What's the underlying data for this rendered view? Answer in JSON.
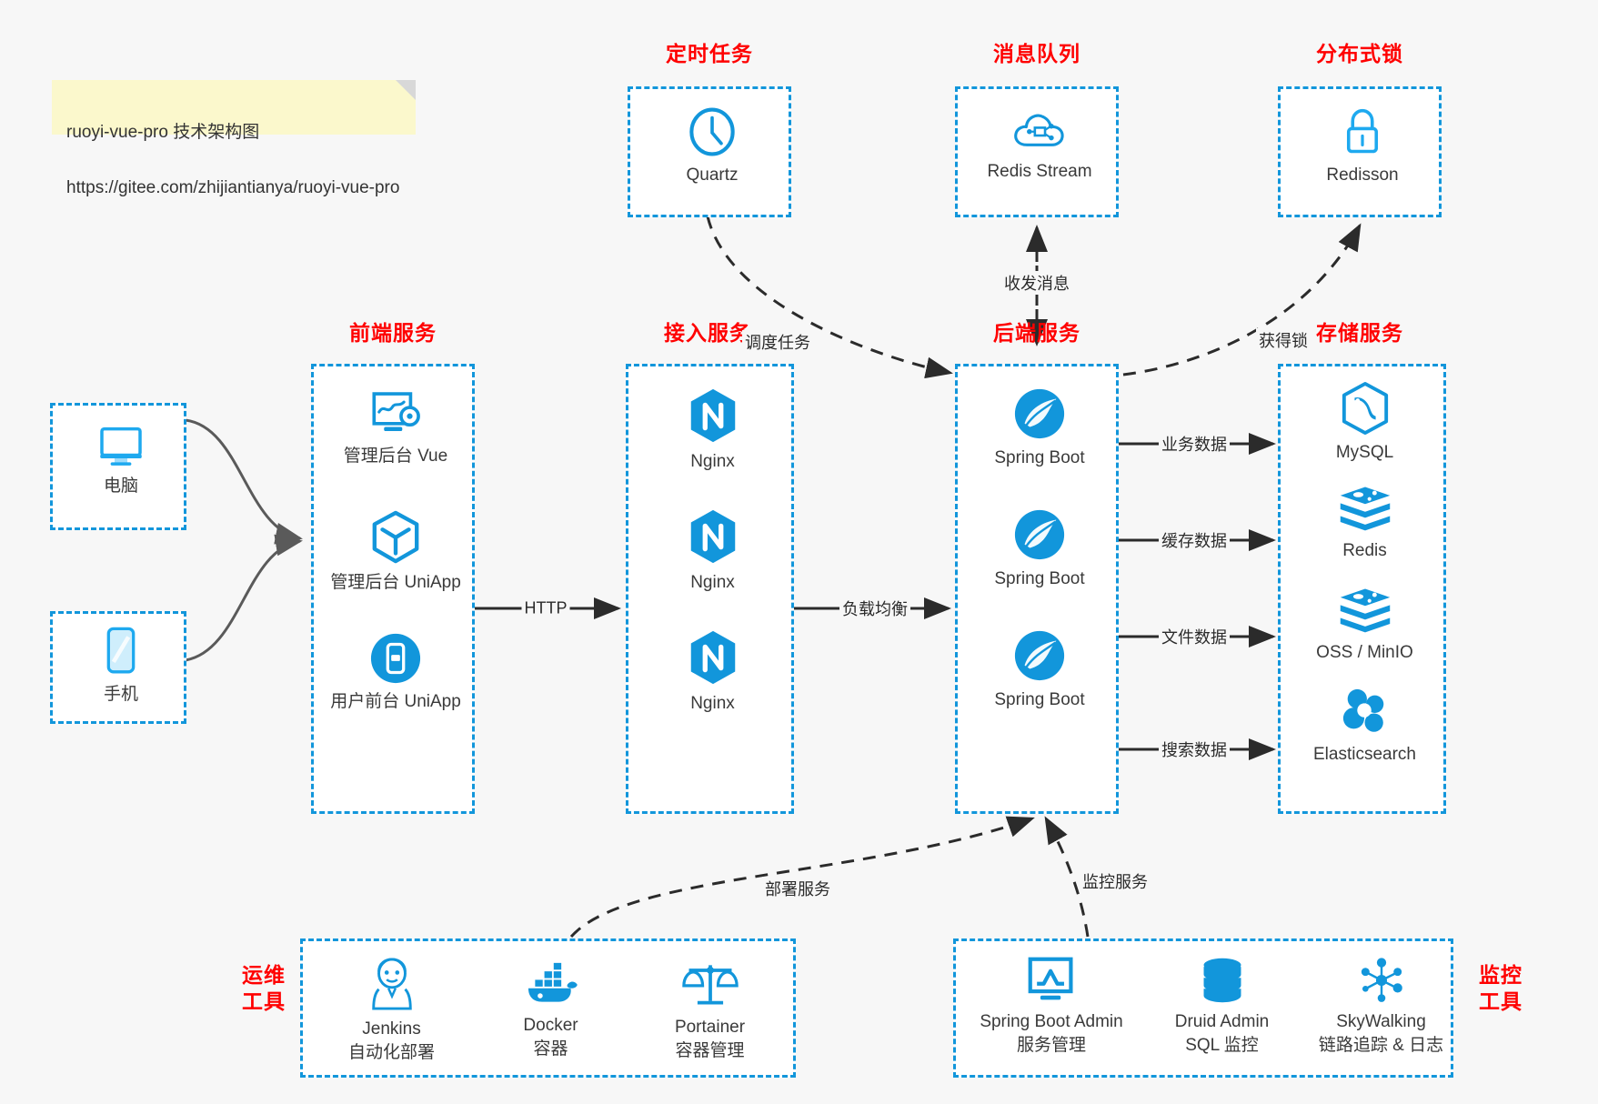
{
  "note": {
    "name": "sticky-note",
    "line1": "ruoyi-vue-pro 技术架构图",
    "line2": "https://gitee.com/zhijiantianya/ruoyi-vue-pro"
  },
  "colors": {
    "accent": "#1296db",
    "group_label": "#ff0000",
    "background": "#f7f7f7",
    "box_fill": "#ffffff",
    "edge": "#2b2b2b",
    "curve": "#5a5a5a",
    "note_fill": "#fbf8cc"
  },
  "groups": {
    "scheduled_task": "定时任务",
    "message_queue": "消息队列",
    "distributed_lock": "分布式锁",
    "frontend_service": "前端服务",
    "gateway_service": "接入服务",
    "backend_service": "后端服务",
    "storage_service": "存储服务",
    "devops_tools": "运维\n工具",
    "monitor_tools": "监控\n工具"
  },
  "clients": [
    {
      "name": "computer",
      "label": "电脑",
      "icon": "monitor-icon"
    },
    {
      "name": "phone",
      "label": "手机",
      "icon": "phone-icon"
    }
  ],
  "frontend": [
    {
      "name": "admin-vue",
      "label": "管理后台 Vue",
      "icon": "dashboard-gear-icon"
    },
    {
      "name": "admin-uniapp",
      "label": "管理后台 UniApp",
      "icon": "cube-icon"
    },
    {
      "name": "user-uniapp",
      "label": "用户前台 UniApp",
      "icon": "mobile-app-icon"
    }
  ],
  "gateway": [
    {
      "name": "nginx-1",
      "label": "Nginx",
      "icon": "nginx-icon"
    },
    {
      "name": "nginx-2",
      "label": "Nginx",
      "icon": "nginx-icon"
    },
    {
      "name": "nginx-3",
      "label": "Nginx",
      "icon": "nginx-icon"
    }
  ],
  "backend": [
    {
      "name": "spring-boot-1",
      "label": "Spring Boot",
      "icon": "spring-icon"
    },
    {
      "name": "spring-boot-2",
      "label": "Spring Boot",
      "icon": "spring-icon"
    },
    {
      "name": "spring-boot-3",
      "label": "Spring Boot",
      "icon": "spring-icon"
    }
  ],
  "storage": [
    {
      "name": "mysql",
      "label": "MySQL",
      "icon": "mysql-icon"
    },
    {
      "name": "redis",
      "label": "Redis",
      "icon": "redis-icon"
    },
    {
      "name": "oss-minio",
      "label": "OSS / MinIO",
      "icon": "redis-icon"
    },
    {
      "name": "elasticsearch",
      "label": "Elasticsearch",
      "icon": "elasticsearch-icon"
    }
  ],
  "top_nodes": [
    {
      "name": "quartz",
      "label": "Quartz",
      "icon": "clock-icon"
    },
    {
      "name": "redis-stream",
      "label": "Redis Stream",
      "icon": "cloud-queue-icon"
    },
    {
      "name": "redisson",
      "label": "Redisson",
      "icon": "lock-icon"
    }
  ],
  "devops": [
    {
      "name": "jenkins",
      "label": "Jenkins\n自动化部署",
      "icon": "jenkins-icon"
    },
    {
      "name": "docker",
      "label": "Docker\n容器",
      "icon": "docker-icon"
    },
    {
      "name": "portainer",
      "label": "Portainer\n容器管理",
      "icon": "scales-icon"
    }
  ],
  "monitor": [
    {
      "name": "spring-boot-admin",
      "label": "Spring Boot Admin\n服务管理",
      "icon": "monitor-chart-icon"
    },
    {
      "name": "druid-admin",
      "label": "Druid Admin\nSQL 监控",
      "icon": "database-icon"
    },
    {
      "name": "skywalking",
      "label": "SkyWalking\n链路追踪 & 日志",
      "icon": "skywalking-icon"
    }
  ],
  "edges": [
    {
      "name": "edge-http",
      "label": "HTTP"
    },
    {
      "name": "edge-load-balance",
      "label": "负载均衡"
    },
    {
      "name": "edge-schedule-task",
      "label": "调度任务"
    },
    {
      "name": "edge-send-receive-message",
      "label": "收发消息"
    },
    {
      "name": "edge-acquire-lock",
      "label": "获得锁"
    },
    {
      "name": "edge-business-data",
      "label": "业务数据"
    },
    {
      "name": "edge-cache-data",
      "label": "缓存数据"
    },
    {
      "name": "edge-file-data",
      "label": "文件数据"
    },
    {
      "name": "edge-search-data",
      "label": "搜索数据"
    },
    {
      "name": "edge-deploy-service",
      "label": "部署服务"
    },
    {
      "name": "edge-monitor-service",
      "label": "监控服务"
    }
  ]
}
